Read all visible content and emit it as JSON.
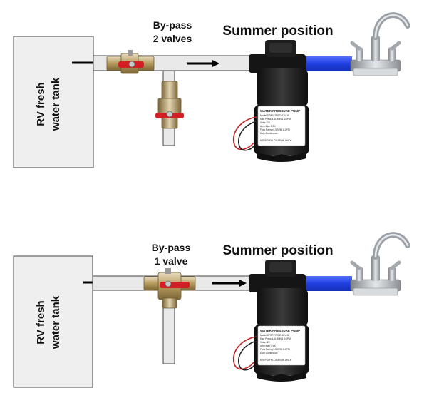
{
  "colors": {
    "pipe_fill": "#e9e9e9",
    "pipe_stroke": "#444444",
    "tank_fill": "#efefef",
    "pump_body": "#1c1c1c",
    "valve_handle": "#d21f26",
    "brass": "#b9a06a",
    "blue_line": "#1f3fe0",
    "faucet": "#a8acb0"
  },
  "diagrams": [
    {
      "tank_label_line1": "RV fresh",
      "tank_label_line2": "water tank",
      "bypass_line1": "By-pass",
      "bypass_line2": "2 valves",
      "title": "Summer position",
      "pump_label_header": "WATER PRESSURE PUMP",
      "pump_label_rows": [
        "Model:DP8RF/RS/D 12V-15",
        "Max Press:4.1L/MIN 1.1GPM",
        "Volts:12V",
        "Amp:Max 3.5A",
        "Flow Rating:5.5GPM 110PSI",
        "Duty:Continuous"
      ],
      "pump_label_footer": "KEEP DRY LOCATION ONLY"
    },
    {
      "tank_label_line1": "RV fresh",
      "tank_label_line2": "water tank",
      "bypass_line1": "By-pass",
      "bypass_line2": "1 valve",
      "title": "Summer position",
      "pump_label_header": "WATER PRESSURE PUMP",
      "pump_label_rows": [
        "Model:DP8RF/RS/D 12V-15",
        "Max Press:4.1L/MIN 1.1GPM",
        "Volts:12V",
        "Amp:Max 3.5A",
        "Flow Rating:5.5GPM 110PSI",
        "Duty:Continuous"
      ],
      "pump_label_footer": "KEEP DRY LOCATION ONLY"
    }
  ]
}
